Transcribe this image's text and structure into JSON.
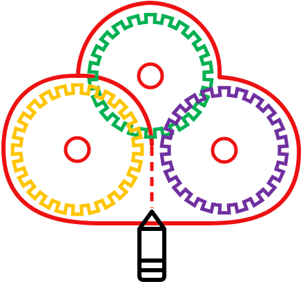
{
  "colors": {
    "outline": "#ee1111",
    "gear_left": "#ffc400",
    "gear_top": "#00b050",
    "gear_right": "#7030a0",
    "hub": "#ee1111",
    "pencil": "#000000",
    "background": "#ffffff"
  },
  "gears": [
    {
      "id": "gear-left",
      "teeth": 24
    },
    {
      "id": "gear-top",
      "teeth": 22
    },
    {
      "id": "gear-right",
      "teeth": 22
    }
  ],
  "icons": {
    "pencil": "pencil-icon"
  }
}
